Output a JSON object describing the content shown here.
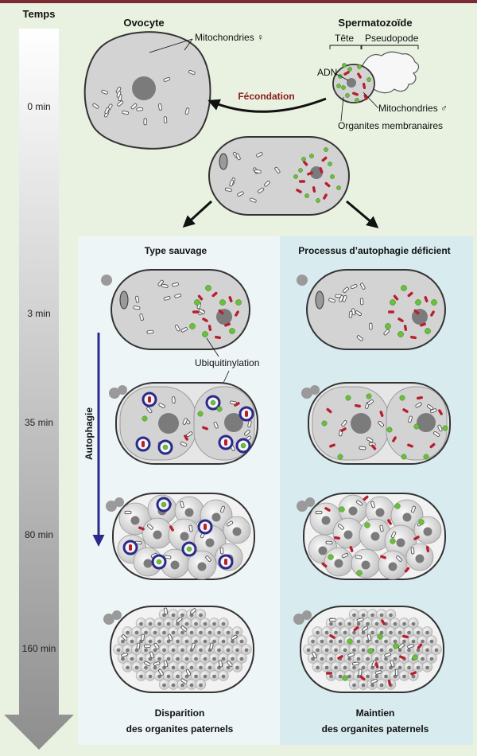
{
  "colors": {
    "background": "#e9f2e1",
    "top_rule": "#7a2b34",
    "panel_wild": "#eef5f7",
    "panel_deficient": "#d8ebef",
    "cell_fill": "#d3d3d3",
    "nucleus": "#7b7b7b",
    "paternal_mitochondria": "#b81f2e",
    "membranous_organelles": "#6abf3b",
    "autophagosome": "#2a2a8c",
    "fecondation_label": "#8b1a1a"
  },
  "timeline": {
    "title": "Temps",
    "ticks": [
      "0 min",
      "3 min",
      "35 min",
      "80 min",
      "160 min"
    ]
  },
  "top": {
    "oocyte_title": "Ovocyte",
    "oocyte_mito_label": "Mitochondries ♀",
    "sperm_title": "Spermatozoïde",
    "head_label": "Tête",
    "pseudopod_label": "Pseudopode",
    "dna_label": "ADN",
    "sperm_mito_label": "Mitochondries ♂",
    "organelles_label": "Organites membranaires",
    "fecondation_label": "Fécondation"
  },
  "panels": {
    "wild": {
      "title": "Type sauvage",
      "ubiquitin_label": "Ubiquitinylation",
      "autophagy_label": "Autophagie",
      "footer_line1": "Disparition",
      "footer_line2": "des organites paternels"
    },
    "deficient": {
      "title": "Processus d’autophagie déficient",
      "footer_line1": "Maintien",
      "footer_line2": "des organites paternels"
    }
  }
}
